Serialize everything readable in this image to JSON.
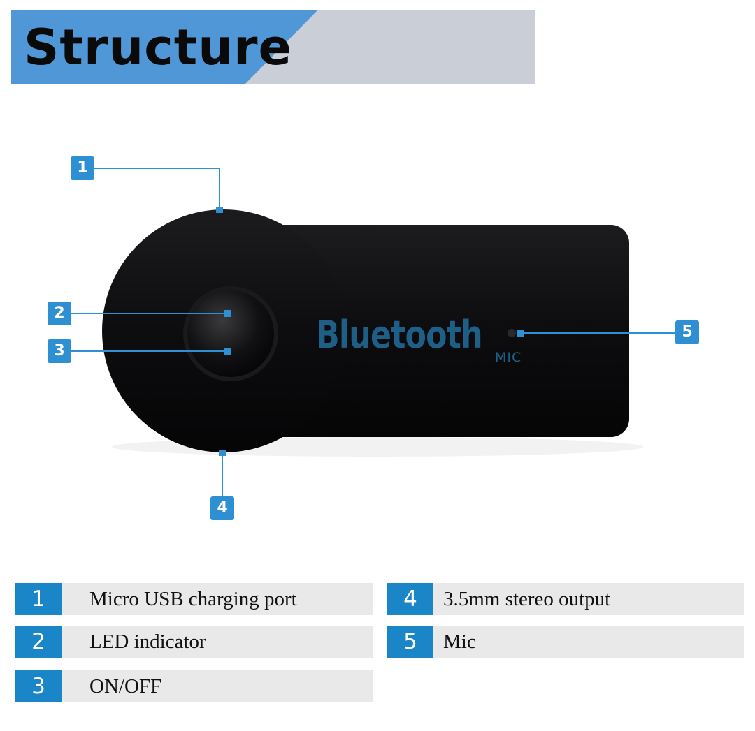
{
  "header": {
    "title": "Structure",
    "colors": {
      "accent": "#4f97d6",
      "panel": "#c9ced7"
    }
  },
  "device": {
    "brand_text": "Bluetooth",
    "mic_label": "MIC",
    "body_color": "#0e0d0f",
    "text_color": "#1e5f88"
  },
  "callouts": [
    "1",
    "2",
    "3",
    "4",
    "5"
  ],
  "legend": [
    {
      "number": "1",
      "label": "Micro USB charging port"
    },
    {
      "number": "2",
      "label": "LED indicator"
    },
    {
      "number": "3",
      "label": "ON/OFF"
    },
    {
      "number": "4",
      "label": "3.5mm stereo output"
    },
    {
      "number": "5",
      "label": "Mic"
    }
  ]
}
